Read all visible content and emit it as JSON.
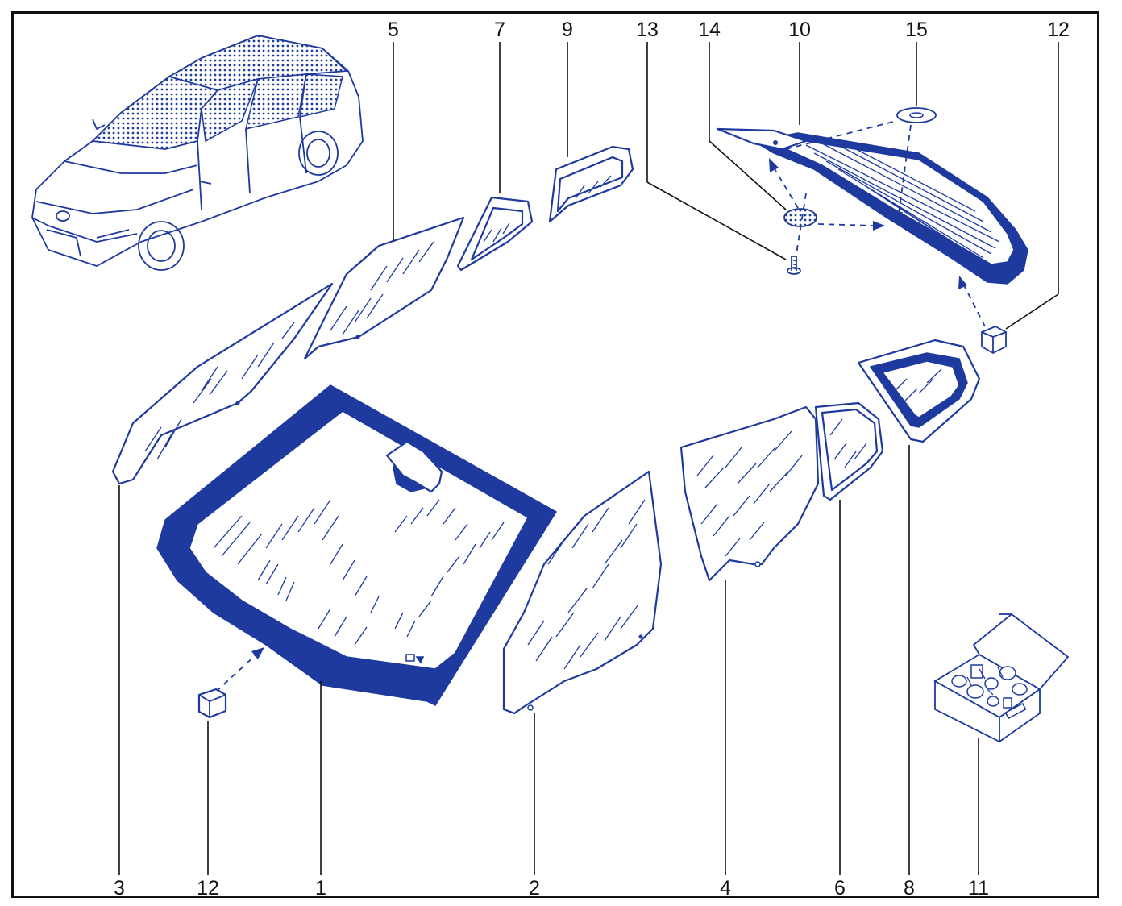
{
  "diagram": {
    "callouts": {
      "c1": "1",
      "c2": "2",
      "c3": "3",
      "c4": "4",
      "c5": "5",
      "c6": "6",
      "c7": "7",
      "c8": "8",
      "c9": "9",
      "c10": "10",
      "c11": "11",
      "c12_top": "12",
      "c12_bottom": "12",
      "c13": "13",
      "c14": "14",
      "c15": "15"
    },
    "colors": {
      "line": "#1e3a9e",
      "ink": "#111111",
      "background": "#ffffff"
    }
  }
}
